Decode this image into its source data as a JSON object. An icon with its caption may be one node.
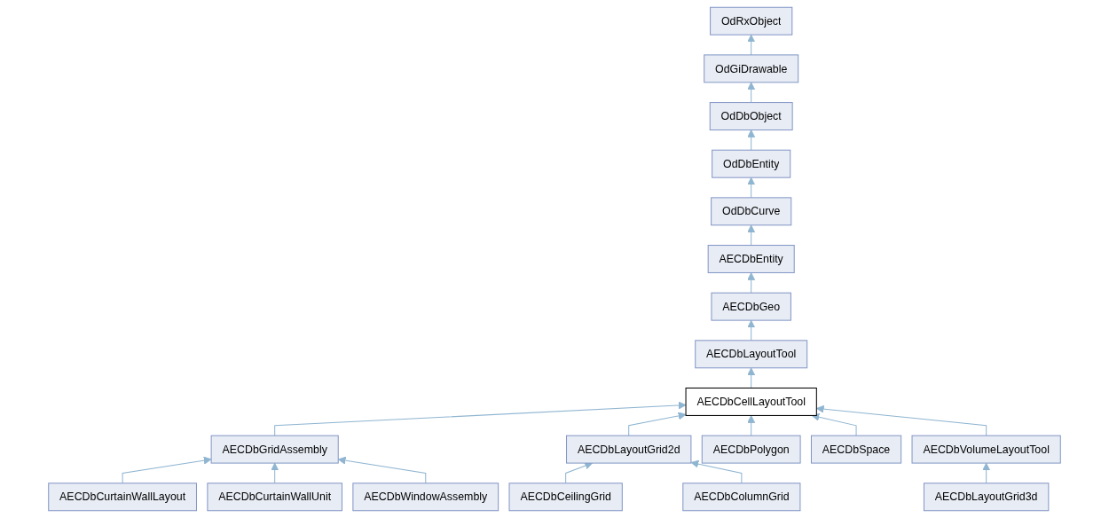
{
  "diagram": {
    "nodes": [
      {
        "text": [
          "OdRxObject"
        ]
      },
      {
        "text": [
          "OdGiDrawable"
        ]
      },
      {
        "text": [
          "OdDbObject"
        ]
      },
      {
        "text": [
          "OdDbEntity"
        ]
      },
      {
        "text": [
          "OdDbCurve"
        ]
      },
      {
        "text": [
          "AECDbEntity"
        ]
      },
      {
        "text": [
          "AECDbGeo"
        ]
      },
      {
        "text": [
          "AECDbLayoutTool"
        ]
      },
      {
        "text": [
          "AECDbCellLayoutTool"
        ]
      },
      {
        "text": [
          "AECDbGridAssembly"
        ]
      },
      {
        "text": [
          "AECDbLayoutGrid2d"
        ]
      },
      {
        "text": [
          "AECDbPolygon"
        ]
      },
      {
        "text": [
          "AECDbSpace"
        ]
      },
      {
        "text": [
          "AECDbVolumeLayoutTool"
        ]
      },
      {
        "text": [
          "AECDbCurtainWallLayout"
        ]
      },
      {
        "text": [
          "AECDbCurtainWallUnit"
        ]
      },
      {
        "text": [
          "AECDbWindowAssembly"
        ]
      },
      {
        "text": [
          "AECDbCeilingGrid"
        ]
      },
      {
        "text": [
          "AECDbColumnGrid"
        ]
      },
      {
        "text": [
          "AECDbLayoutGrid3d"
        ]
      }
    ],
    "edges": [
      {
        "from": 1,
        "to": 0,
        "arrow": "to"
      },
      {
        "from": 2,
        "to": 1,
        "arrow": "to"
      },
      {
        "from": 3,
        "to": 2,
        "arrow": "to"
      },
      {
        "from": 4,
        "to": 3,
        "arrow": "to"
      },
      {
        "from": 5,
        "to": 4,
        "arrow": "to"
      },
      {
        "from": 6,
        "to": 5,
        "arrow": "to"
      },
      {
        "from": 7,
        "to": 6,
        "arrow": "to"
      },
      {
        "from": 8,
        "to": 7,
        "arrow": "to"
      },
      {
        "from": 9,
        "to": 8,
        "arrow": "to"
      },
      {
        "from": 10,
        "to": 8,
        "arrow": "to"
      },
      {
        "from": 11,
        "to": 8,
        "arrow": "to"
      },
      {
        "from": 12,
        "to": 8,
        "arrow": "to"
      },
      {
        "from": 13,
        "to": 8,
        "arrow": "to"
      },
      {
        "from": 14,
        "to": 9,
        "arrow": "to"
      },
      {
        "from": 15,
        "to": 9,
        "arrow": "to"
      },
      {
        "from": 16,
        "to": 9,
        "arrow": "to"
      },
      {
        "from": 17,
        "to": 10,
        "arrow": "to"
      },
      {
        "from": 18,
        "to": 10,
        "arrow": "to"
      },
      {
        "from": 19,
        "to": 13,
        "arrow": "to"
      }
    ]
  }
}
